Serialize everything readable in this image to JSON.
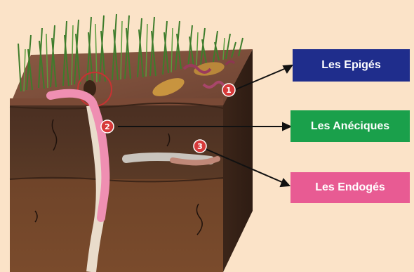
{
  "markers": [
    {
      "number": "1"
    },
    {
      "number": "2"
    },
    {
      "number": "3"
    }
  ],
  "labels": {
    "epiges": {
      "text": "Les Epigés",
      "color": "#1f2d8c"
    },
    "aneciques": {
      "text": "Les Anéciques",
      "color": "#1aa04b"
    },
    "endoges": {
      "text": "Les Endogés",
      "color": "#e85b93"
    }
  },
  "colors": {
    "background": "#fbe3c8",
    "marker": "#d73a3a",
    "grass": "#3e7d2c",
    "topsoil": "#8a5640",
    "soil_mid": "#5a3a26",
    "soil_deep": "#6b4228",
    "worm": "#ef8fb2"
  }
}
